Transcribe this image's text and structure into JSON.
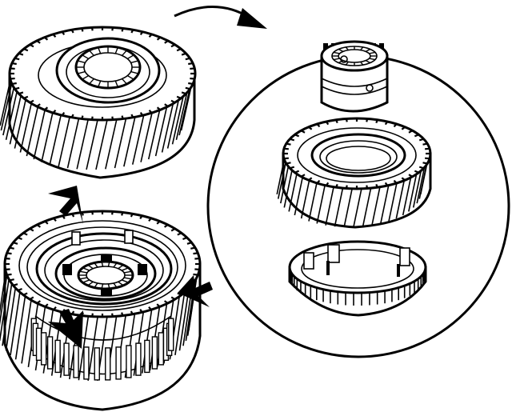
{
  "diagram": {
    "labels": [],
    "colors": {
      "ink": "#000000",
      "paper": "#ffffff"
    },
    "parts": [
      {
        "id": "top-helical-gear",
        "icon": "helical-gear-icon"
      },
      {
        "id": "synchronizer-assembly",
        "icon": "synchro-assembly-icon"
      },
      {
        "id": "exploded-sleeve-hub",
        "icon": "sleeve-hub-icon"
      },
      {
        "id": "exploded-gear",
        "icon": "helical-gear-icon"
      },
      {
        "id": "exploded-blocker-ring",
        "icon": "blocker-ring-icon"
      }
    ],
    "arrows": [
      {
        "id": "curved-arrow",
        "icon": "curved-arrow-icon"
      },
      {
        "id": "pointer-arrow-top-left",
        "icon": "pointer-arrow-icon"
      },
      {
        "id": "pointer-arrow-right",
        "icon": "pointer-arrow-icon"
      },
      {
        "id": "pointer-arrow-bottom-left",
        "icon": "pointer-arrow-icon"
      }
    ]
  }
}
